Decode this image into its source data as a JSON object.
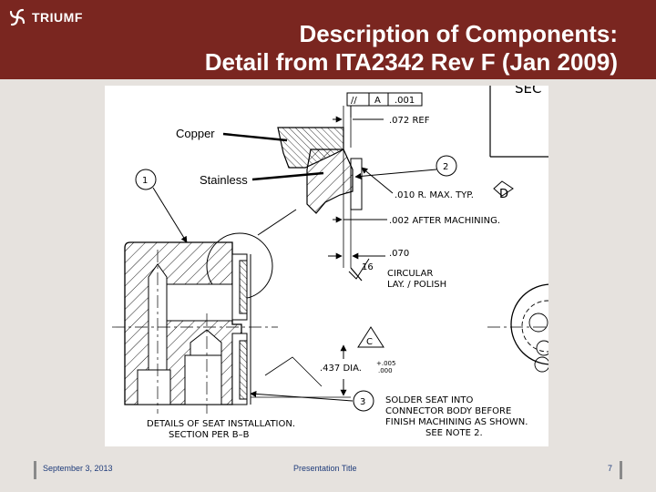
{
  "header": {
    "logo_text": "TRIUMF",
    "title_line1": "Description of Components:",
    "title_line2": "Detail from ITA2342 Rev F (Jan 2009)"
  },
  "drawing": {
    "labels": {
      "copper": "Copper",
      "stainless": "Stainless"
    },
    "balloons": {
      "b1": "1",
      "b2": "2",
      "b3": "3"
    },
    "datum_flags": {
      "d": "D",
      "c": "C"
    },
    "tolerance_frame": {
      "symbol": "//",
      "datum": "A",
      "value": ".001"
    },
    "corner_text": "SEC",
    "dims": {
      "ref": ".072  REF",
      "radius": ".010  R.  MAX.  TYP.",
      "after": ".002  AFTER  MACHINING.",
      "d070": ".070",
      "finish": "16",
      "circular": "CIRCULAR",
      "lay": "LAY.  /  POLISH",
      "dia": ".437  DIA.",
      "tol_plus": "+.005",
      "tol_minus": ".000"
    },
    "notes": {
      "solder1": "SOLDER  SEAT  INTO",
      "solder2": "CONNECTOR  BODY  BEFORE",
      "solder3": "FINISH  MACHINING  AS  SHOWN.",
      "solder4": "SEE  NOTE  2.",
      "details1": "DETAILS  OF  SEAT  INSTALLATION.",
      "details2": "SECTION  PER  B–B"
    }
  },
  "footer": {
    "date": "September 3, 2013",
    "presentation": "Presentation Title",
    "page": "7"
  }
}
